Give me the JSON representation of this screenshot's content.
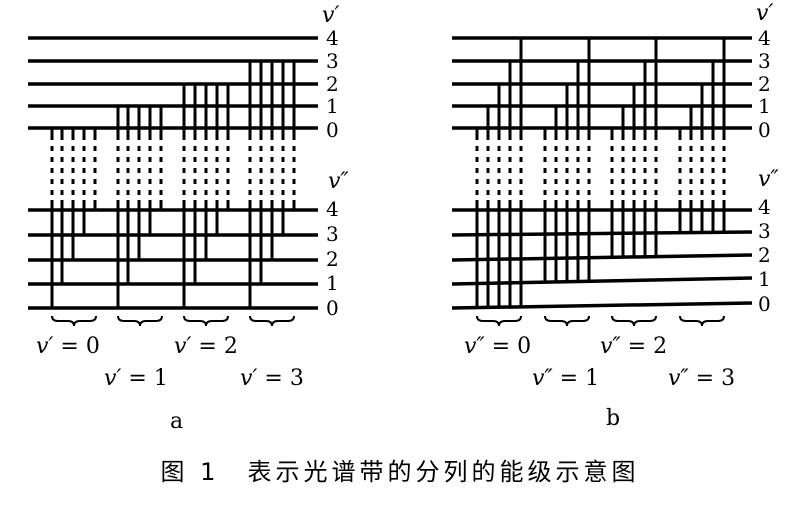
{
  "caption": "图 1　表示光谱带的分列的能级示意图",
  "panels": [
    {
      "tag": "a",
      "upper_symbol": "v′",
      "lower_symbol": "v″",
      "upper_levels": [
        "4",
        "3",
        "2",
        "1",
        "0"
      ],
      "lower_levels": [
        "4",
        "3",
        "2",
        "1",
        "0"
      ],
      "groups": [
        {
          "prefix": "v′ = ",
          "value": "0"
        },
        {
          "prefix": "v′ = ",
          "value": "1"
        },
        {
          "prefix": "v′ = ",
          "value": "2"
        },
        {
          "prefix": "v′ = ",
          "value": "3"
        }
      ]
    },
    {
      "tag": "b",
      "upper_symbol": "v′",
      "lower_symbol": "v″",
      "upper_levels": [
        "4",
        "3",
        "2",
        "1",
        "0"
      ],
      "lower_levels": [
        "4",
        "3",
        "2",
        "1",
        "0"
      ],
      "groups": [
        {
          "prefix": "v″ = ",
          "value": "0"
        },
        {
          "prefix": "v″ = ",
          "value": "1"
        },
        {
          "prefix": "v″ = ",
          "value": "2"
        },
        {
          "prefix": "v″ = ",
          "value": "3"
        }
      ]
    }
  ]
}
